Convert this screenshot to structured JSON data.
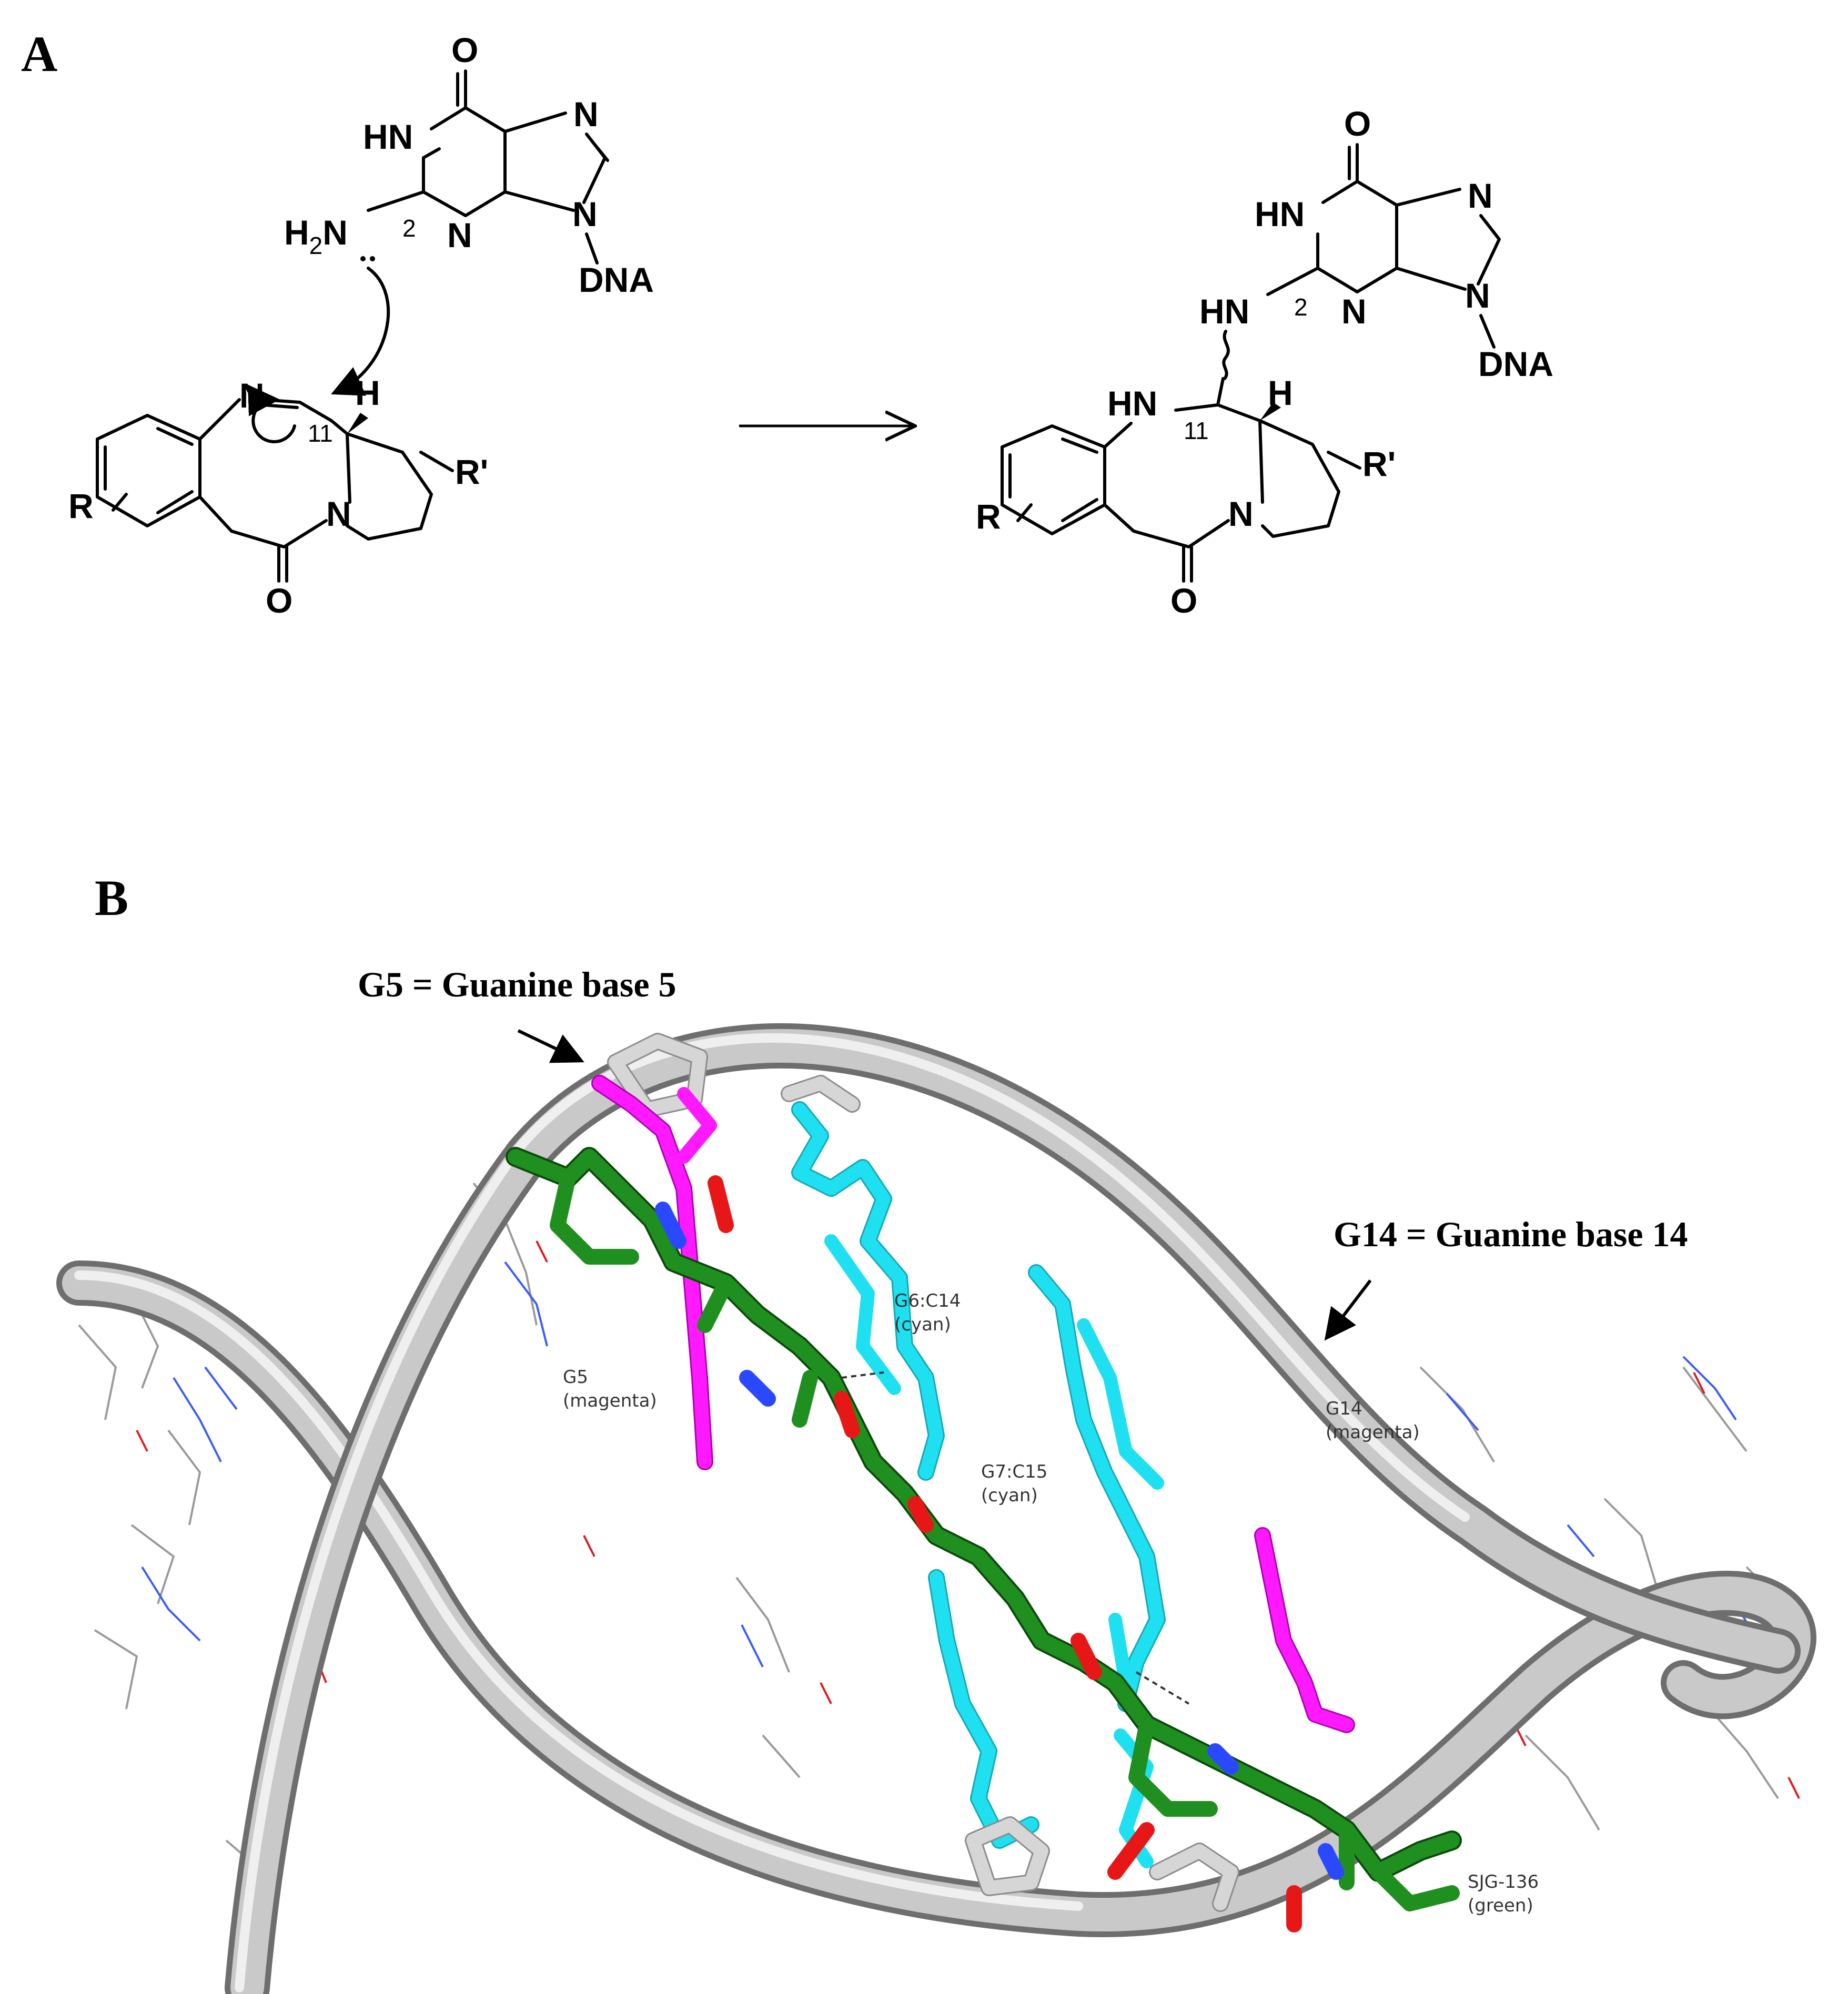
{
  "panel_a": {
    "label": "A",
    "guanine_left": {
      "o": "O",
      "hn": "HN",
      "n7": "N",
      "n3": "N",
      "n9": "N",
      "h2n": "H",
      "h2n_sub": "2",
      "h2n_n": "N",
      "pos2": "2",
      "dna": "DNA"
    },
    "pbd_left": {
      "n10": "N",
      "h": "H",
      "c11": "11",
      "r": "R",
      "n4": "N",
      "rprime": "R'",
      "o": "O"
    },
    "guanine_right": {
      "o": "O",
      "hn": "HN",
      "n7": "N",
      "n3": "N",
      "n9": "N",
      "hn_link": "HN",
      "pos2": "2",
      "dna": "DNA"
    },
    "pbd_right": {
      "hn": "HN",
      "h": "H",
      "c11": "11",
      "r": "R",
      "n4": "N",
      "rprime": "R'",
      "o": "O"
    }
  },
  "panel_b": {
    "label": "B",
    "callout_g5": "G5 = Guanine base 5",
    "callout_g14": "G14 = Guanine base 14",
    "labels": {
      "g6c14_a": "G6:C14",
      "g6c14_b": "(cyan)",
      "g5_a": "G5",
      "g5_b": "(magenta)",
      "g7c15_a": "G7:C15",
      "g7c15_b": "(cyan)",
      "g14_a": "G14",
      "g14_b": "(magenta)",
      "sjg_a": "SJG-136",
      "sjg_b": "(green)"
    },
    "colors": {
      "dna_backbone": "#c9c9c9",
      "base_pair": "#1fe0f0",
      "guanine": "#ff19ff",
      "drug": "#1f8f1f"
    }
  }
}
